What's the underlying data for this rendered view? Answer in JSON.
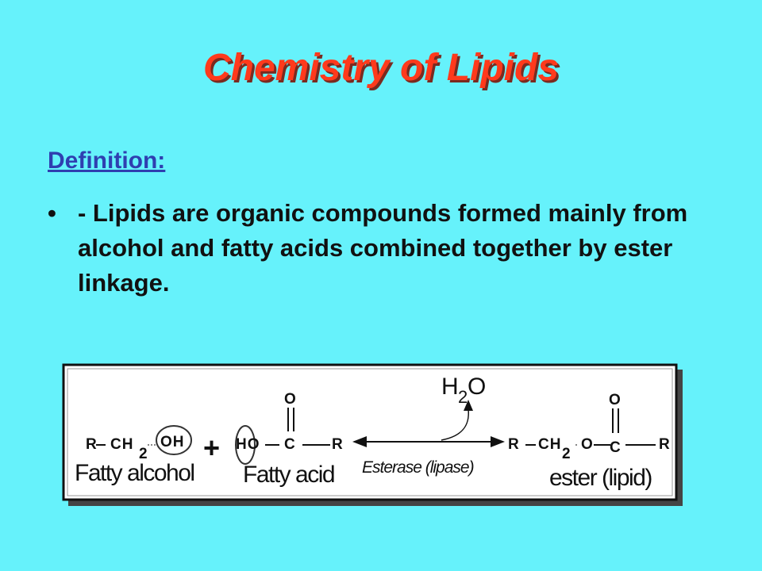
{
  "slide": {
    "title": "Chemistry of Lipids",
    "definition_heading": "Definition:",
    "bullet_marker": "•",
    "bullet_text": "- Lipids are organic compounds formed mainly from alcohol and fatty acids combined together by ester linkage."
  },
  "scheme": {
    "alcohol": {
      "r": "R",
      "ch": "CH",
      "sub2": "2",
      "oh": "OH",
      "caption": "Fatty alcohol"
    },
    "plus": "+",
    "acid": {
      "ho": "HO",
      "c": "C",
      "r": "R",
      "o": "O",
      "caption": "Fatty acid"
    },
    "water": {
      "h": "H",
      "sub2": "2",
      "o": "O"
    },
    "enzyme": "Esterase (lipase)",
    "ester": {
      "r": "R",
      "ch": "CH",
      "sub2": "2",
      "o_link": "O",
      "c": "C",
      "r2": "R",
      "o": "O",
      "caption": "ester (lipid)"
    }
  }
}
